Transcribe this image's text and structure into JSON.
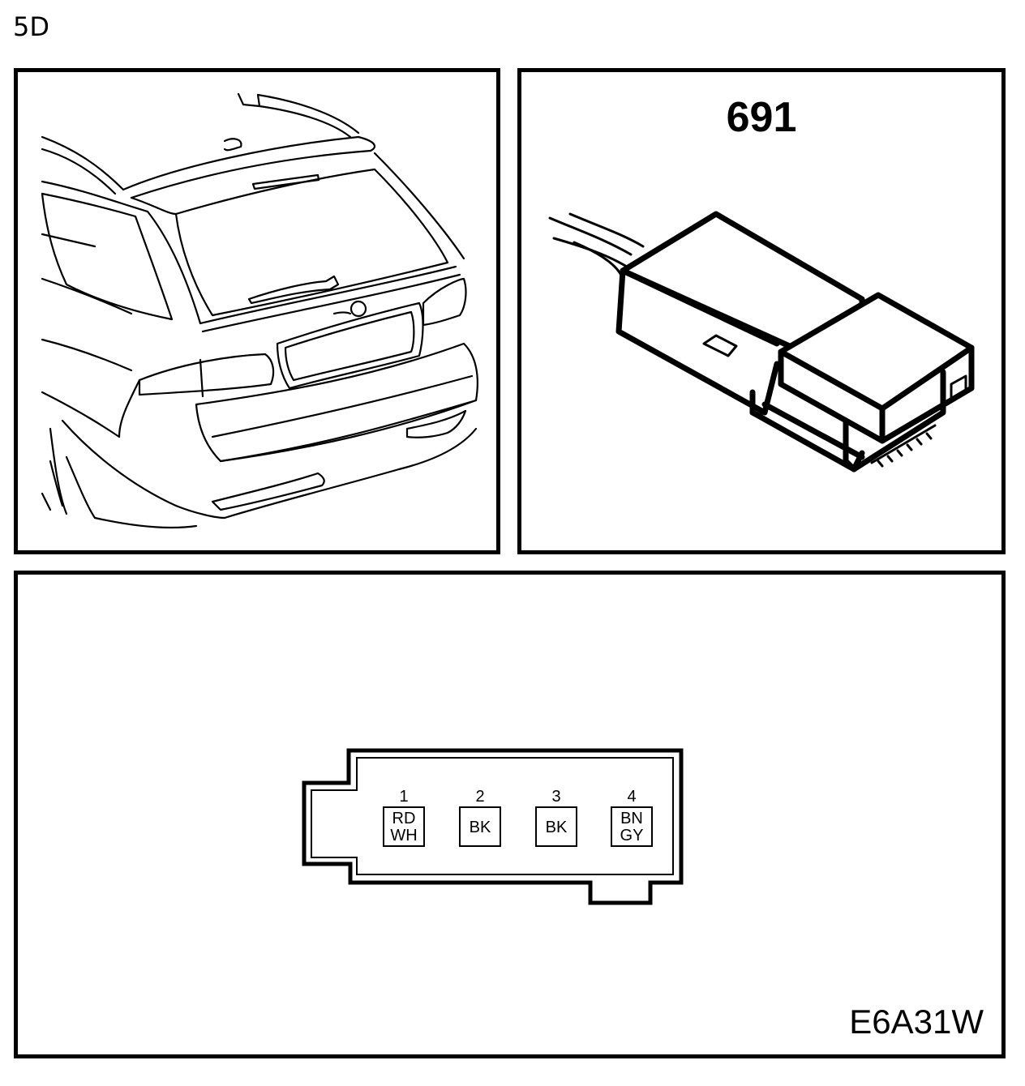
{
  "variant_label": "5D",
  "connector_number": "691",
  "diagram_code": "E6A31W",
  "pins": [
    {
      "number": "1",
      "colors": [
        "RD",
        "WH"
      ]
    },
    {
      "number": "2",
      "colors": [
        "BK"
      ]
    },
    {
      "number": "3",
      "colors": [
        "BK"
      ]
    },
    {
      "number": "4",
      "colors": [
        "BN",
        "GY"
      ]
    }
  ]
}
